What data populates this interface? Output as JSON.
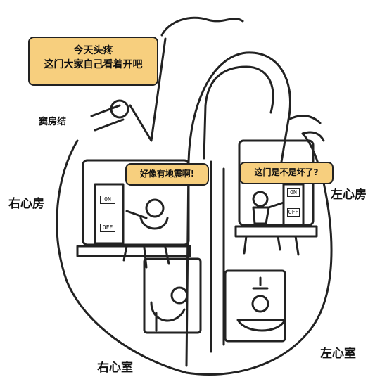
{
  "bubbles": {
    "sa_node_line1": "今天头疼",
    "sa_node_line2": "这门大家自己看着开吧",
    "right_atrium": "好像有地震啊!",
    "left_atrium": "这门是不是坏了?"
  },
  "labels": {
    "sa_node": "窦房结",
    "right_atrium": "右心房",
    "left_atrium": "左心房",
    "right_ventricle": "右心室",
    "left_ventricle": "左心室"
  },
  "switches": {
    "on": "ON",
    "off": "OFF"
  },
  "colors": {
    "bubble_fill": "#f7cf7e",
    "outline": "#222222",
    "background": "#ffffff"
  }
}
